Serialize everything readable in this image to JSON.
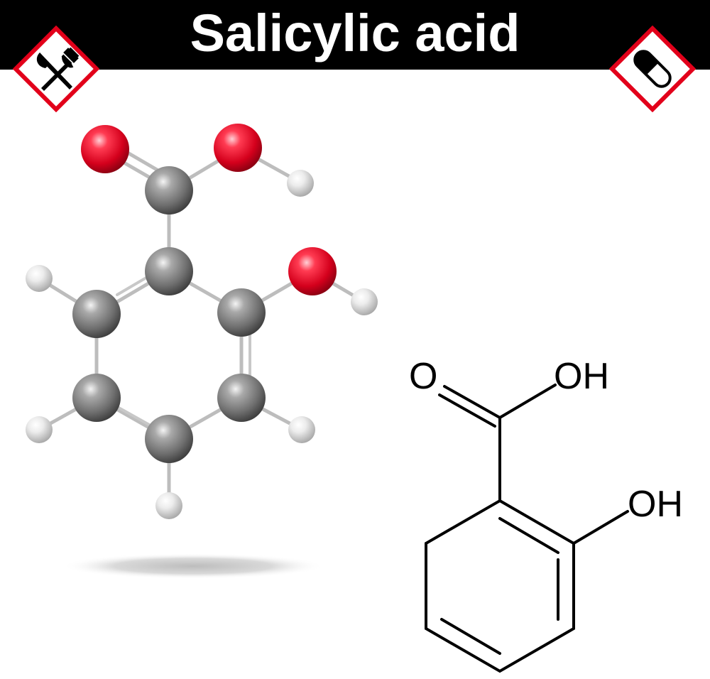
{
  "header": {
    "title": "Salicylic acid"
  },
  "hazard_icons": [
    {
      "icon": "food-knife-fork-icon",
      "border_color": "#e2001a"
    },
    {
      "icon": "medicine-capsule-icon",
      "border_color": "#e2001a"
    }
  ],
  "colors": {
    "oxygen": "#e8102b",
    "carbon": "#7a7a7a",
    "hydrogen": "#e6e6e6",
    "bond": "#000000",
    "banner": "#000000"
  },
  "structural_formula": {
    "labels": {
      "carbonyl_oxygen": "O",
      "acid_hydroxyl": "OH",
      "ring_hydroxyl": "OH"
    }
  }
}
